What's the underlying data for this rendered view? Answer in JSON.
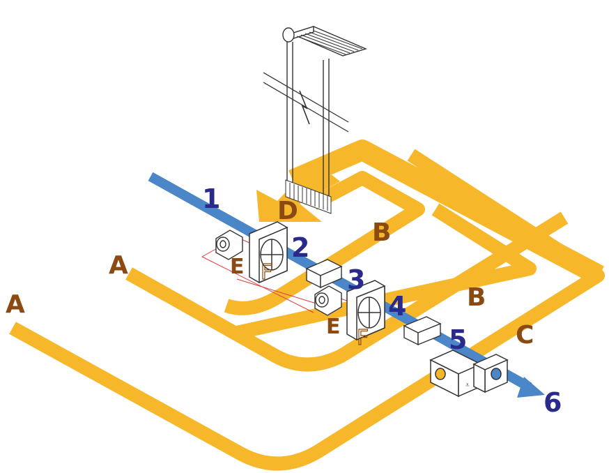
{
  "colors": {
    "duct": "#F7B72B",
    "airflow": "#4A86C8",
    "number_label": "#2A2A8C",
    "letter_label": "#8A4A12",
    "equipment_stroke": "#333333",
    "control_wire": "#D93A3A"
  },
  "labels": {
    "numbers": [
      "1",
      "2",
      "3",
      "4",
      "5",
      "6"
    ],
    "letters": {
      "a_left": "A",
      "a_mid": "A",
      "b_upper": "B",
      "b_lower": "B",
      "c": "C",
      "d": "D",
      "e_first": "E",
      "e_second": "E",
      "f_first": "F",
      "f_second": "F"
    }
  },
  "icons": {
    "solar_collector": "solar-collector-icon",
    "heat_exchanger": "heat-exchanger-icon",
    "fan": "fan-icon",
    "filter": "filter-box-icon",
    "water_heater": "water-heater-unit-icon",
    "wall_break": "wall-break-icon"
  }
}
